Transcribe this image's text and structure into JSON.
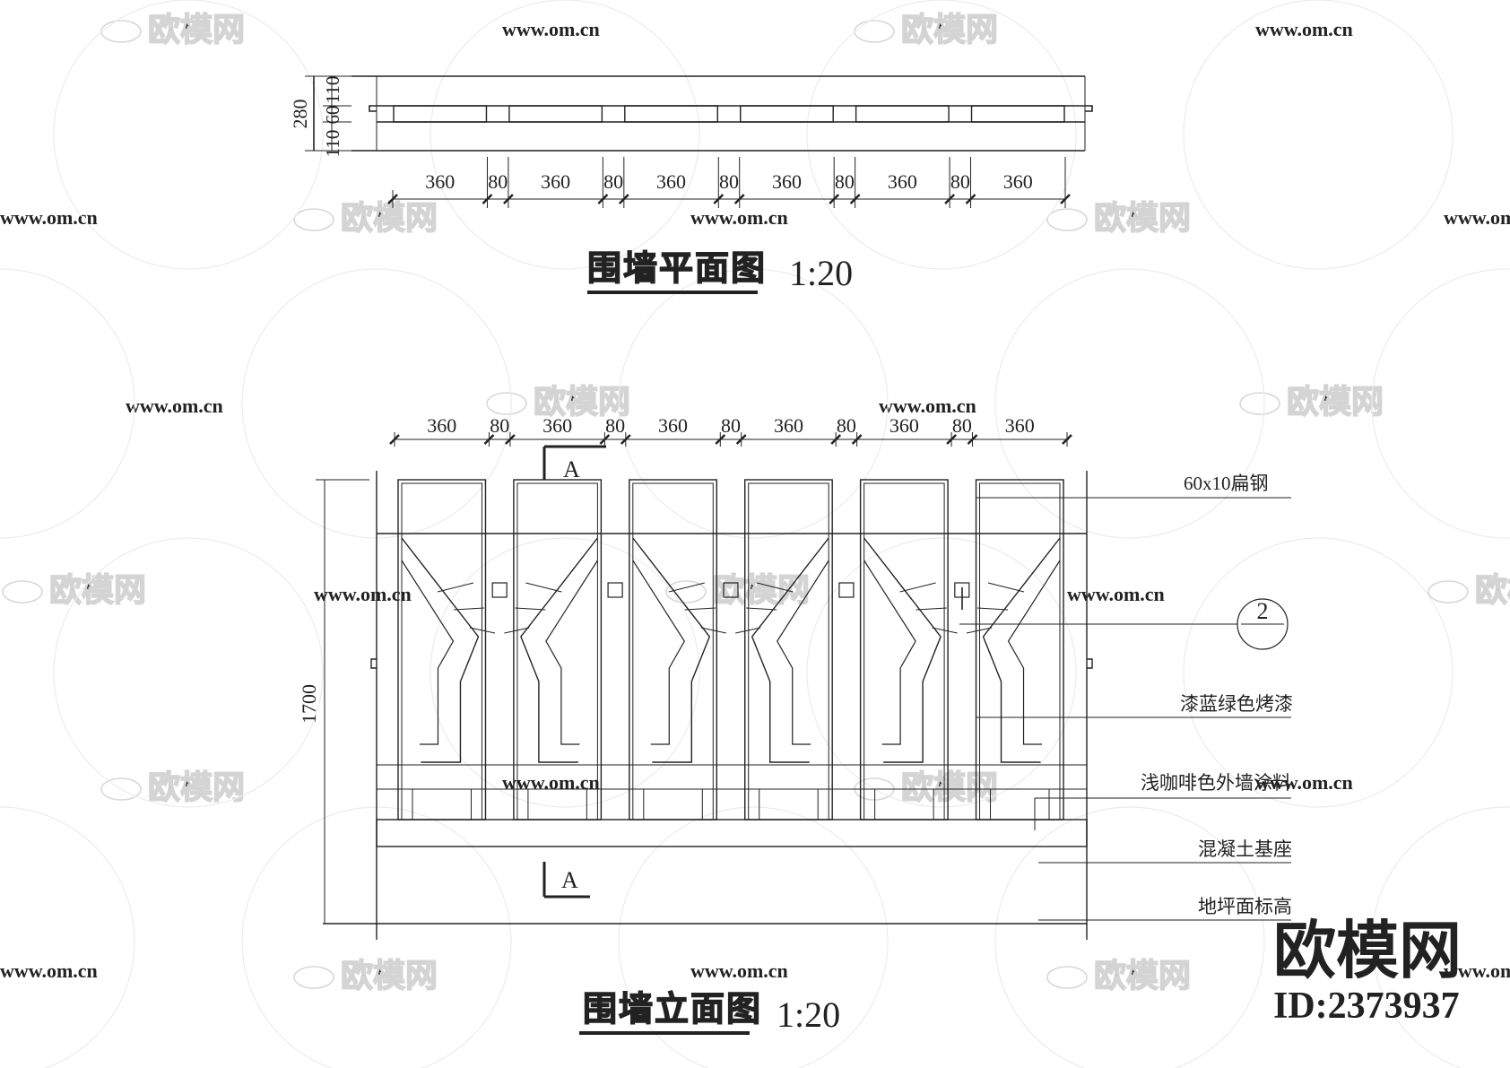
{
  "watermark": {
    "logo_text": "欧模网",
    "url_text": "www.om.cn"
  },
  "plan": {
    "title": "围墙平面图",
    "scale": "1:20",
    "dims_horizontal": [
      "360",
      "80",
      "360",
      "80",
      "360",
      "80",
      "360",
      "80",
      "360",
      "80",
      "360"
    ],
    "dims_vertical": [
      "110",
      "60",
      "110"
    ],
    "dim_total": "280"
  },
  "elevation": {
    "title": "围墙立面图",
    "scale": "1:20",
    "dims_horizontal": [
      "360",
      "80",
      "360",
      "80",
      "360",
      "80",
      "360",
      "80",
      "360",
      "80",
      "360"
    ],
    "dim_height": "1700",
    "section_mark_top": "A",
    "section_mark_bottom": "A",
    "detail_callout": {
      "number": "2",
      "sheet": "—"
    },
    "annotations": [
      "60x10扁钢",
      "漆蓝绿色烤漆",
      "浅咖啡色外墙涂料",
      "混凝土基座",
      "地坪面标高"
    ]
  },
  "brand": {
    "name": "欧模网",
    "id_label": "ID:2373937"
  },
  "colors": {
    "line": "#222222",
    "watermark": "#d4d4d4",
    "background": "#ffffff"
  }
}
